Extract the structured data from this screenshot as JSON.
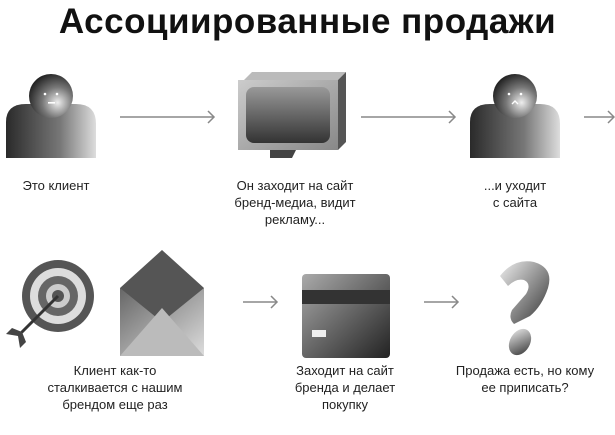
{
  "title": "Ассоциированные продажи",
  "steps": [
    {
      "icon": "person-neutral-icon",
      "caption": [
        "Это клиент"
      ]
    },
    {
      "icon": "monitor-icon",
      "caption": [
        "Он заходит на сайт",
        "бренд-медиа, видит",
        "рекламу..."
      ]
    },
    {
      "icon": "person-sad-icon",
      "caption": [
        "...и уходит",
        "с сайта"
      ]
    },
    {
      "icon": "target-envelope-icon",
      "caption": [
        "Клиент как-то",
        "сталкивается с нашим",
        "брендом еще раз"
      ]
    },
    {
      "icon": "credit-card-icon",
      "caption": [
        "Заходит на сайт",
        "бренда и делает",
        "покупку"
      ]
    },
    {
      "icon": "question-mark-icon",
      "caption": [
        "Продажа есть, но кому",
        "ее приписать?"
      ]
    }
  ],
  "colors": {
    "text": "#111111",
    "arrow": "#888888"
  }
}
